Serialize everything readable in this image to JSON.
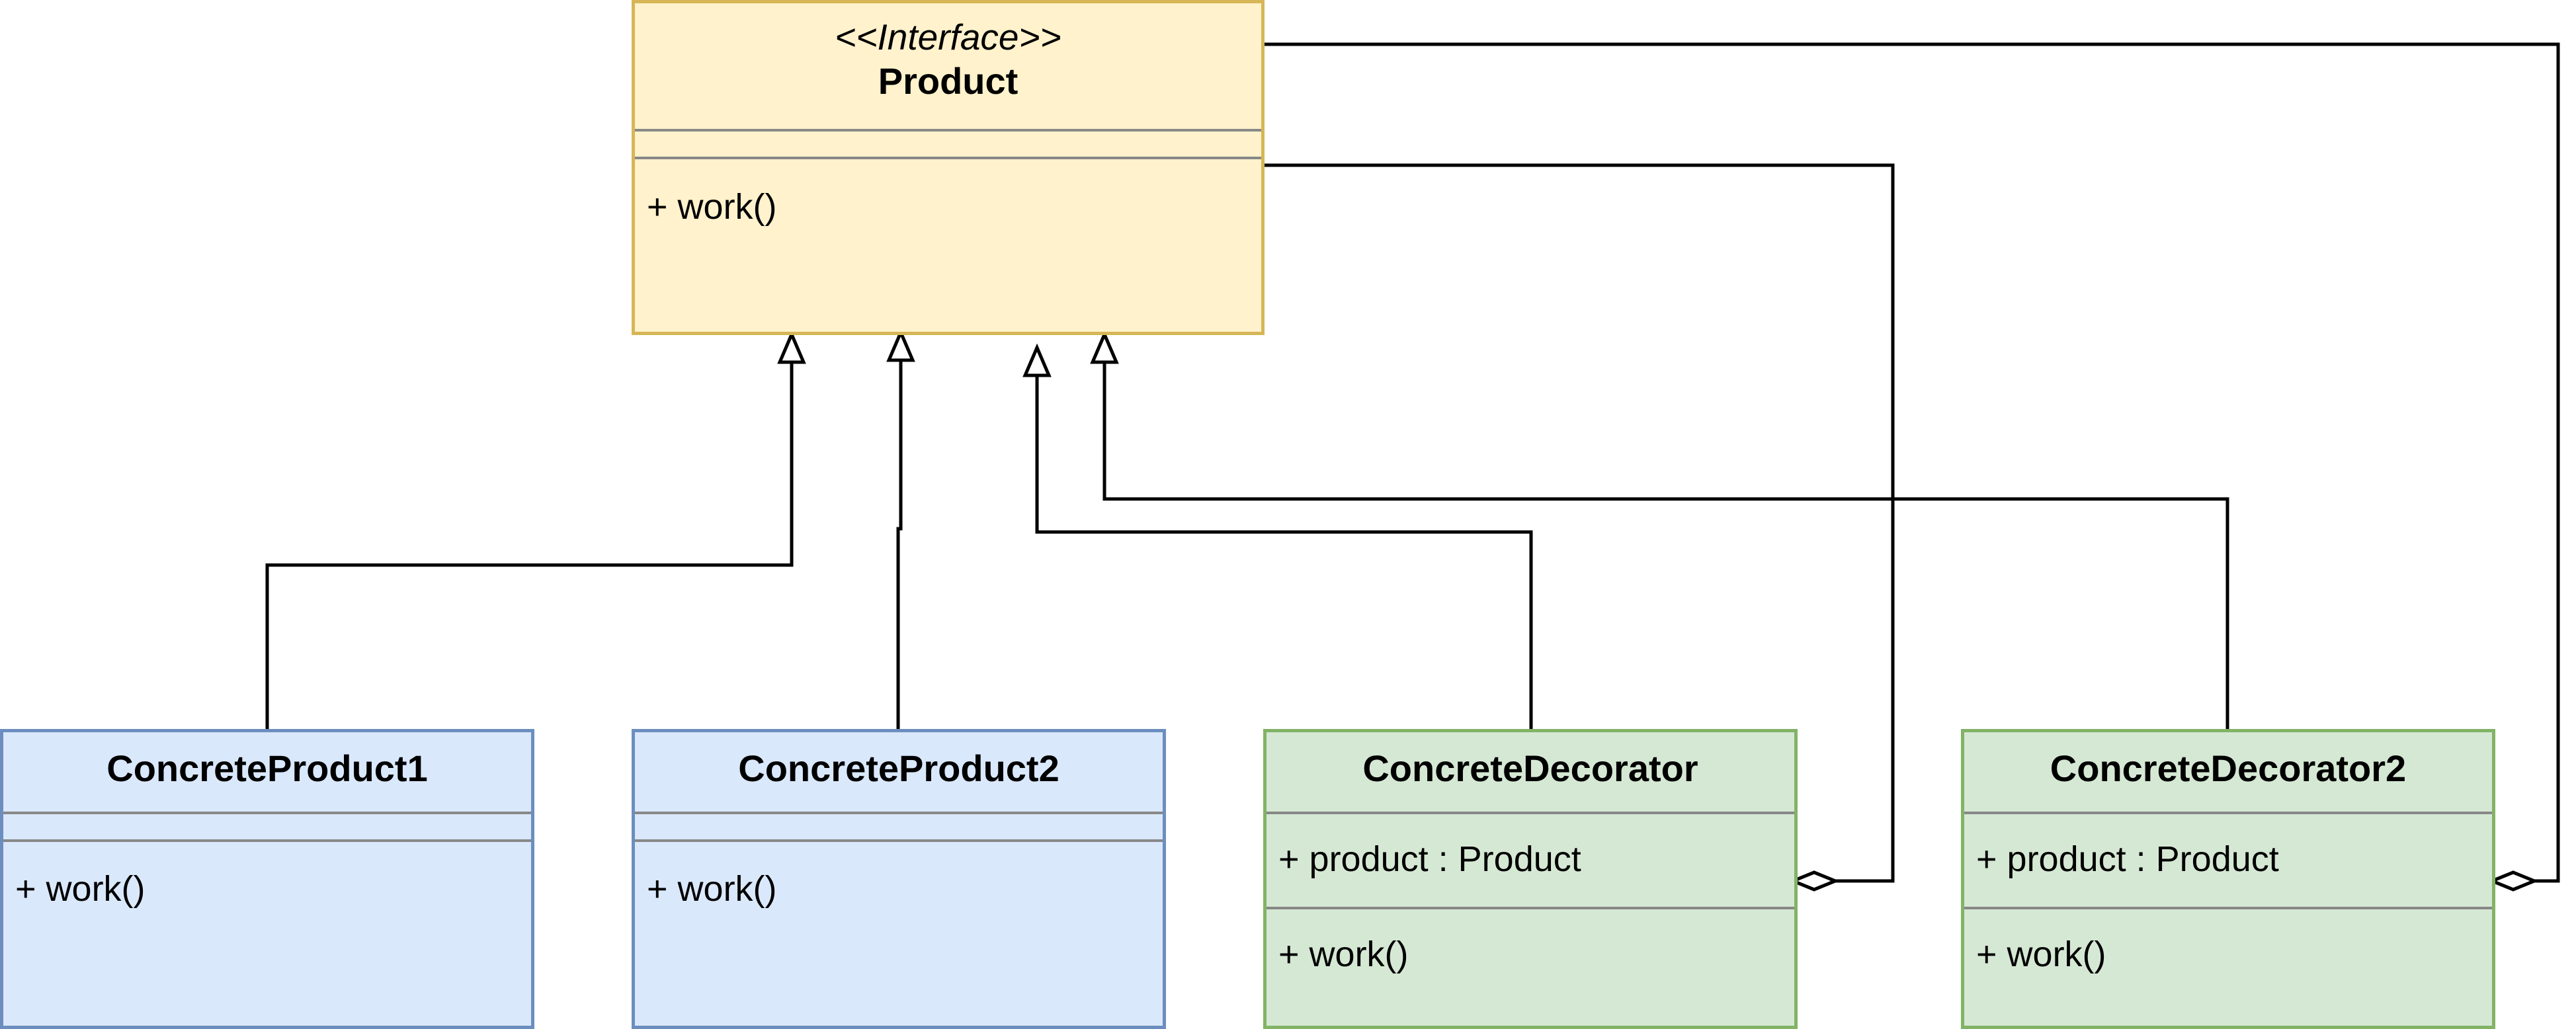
{
  "colors": {
    "interface_fill": "#fff2cc",
    "interface_stroke": "#d6b656",
    "product_fill": "#dae8fc",
    "product_stroke": "#6c8ebf",
    "decorator_fill": "#d5e8d4",
    "decorator_stroke": "#82b366",
    "connector": "#000000",
    "divider": "#888888"
  },
  "classes": {
    "product": {
      "stereotype": "<<Interface>>",
      "name": "Product",
      "attributes": [],
      "operations": [
        "+ work()"
      ]
    },
    "concrete_product1": {
      "name": "ConcreteProduct1",
      "attributes": [],
      "operations": [
        "+ work()"
      ]
    },
    "concrete_product2": {
      "name": "ConcreteProduct2",
      "attributes": [],
      "operations": [
        "+ work()"
      ]
    },
    "concrete_decorator": {
      "name": "ConcreteDecorator",
      "attributes": [
        "+ product : Product"
      ],
      "operations": [
        "+ work()"
      ]
    },
    "concrete_decorator2": {
      "name": "ConcreteDecorator2",
      "attributes": [
        "+ product : Product"
      ],
      "operations": [
        "+ work()"
      ]
    }
  },
  "relations": [
    {
      "type": "realization",
      "from": "ConcreteProduct1",
      "to": "Product"
    },
    {
      "type": "realization",
      "from": "ConcreteProduct2",
      "to": "Product"
    },
    {
      "type": "realization",
      "from": "ConcreteDecorator",
      "to": "Product"
    },
    {
      "type": "realization",
      "from": "ConcreteDecorator2",
      "to": "Product"
    },
    {
      "type": "aggregation",
      "whole": "ConcreteDecorator",
      "part": "Product"
    },
    {
      "type": "aggregation",
      "whole": "ConcreteDecorator2",
      "part": "Product"
    }
  ]
}
